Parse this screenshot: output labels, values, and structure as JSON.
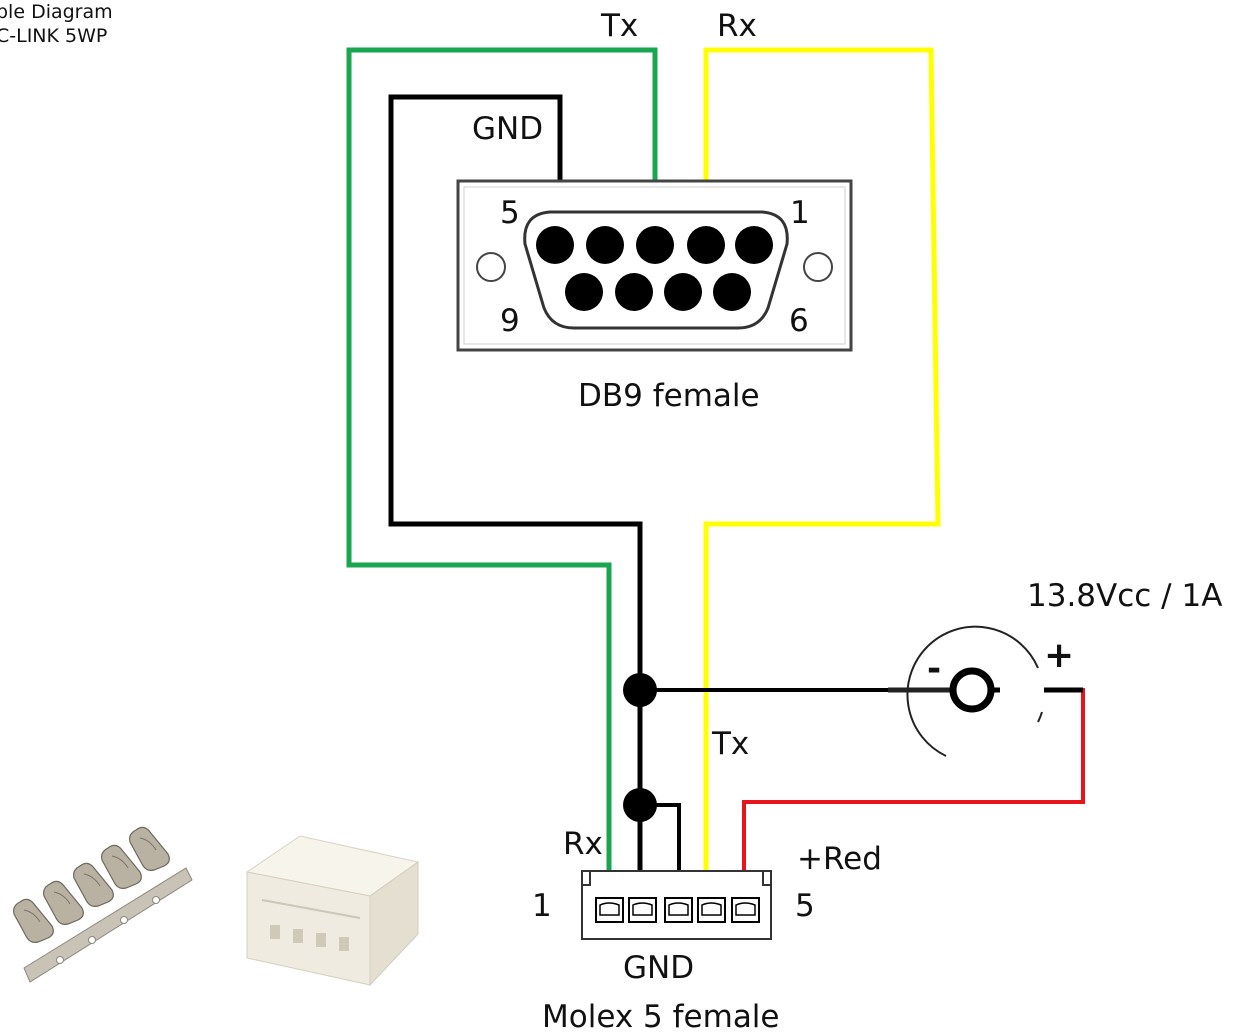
{
  "header": {
    "title_line1": "ble Diagram",
    "title_line2": "C-LINK 5WP"
  },
  "labels": {
    "tx_top": "Tx",
    "rx_top": "Rx",
    "gnd_db9": "GND",
    "db9_pin5": "5",
    "db9_pin1": "1",
    "db9_pin9": "9",
    "db9_pin6": "6",
    "db9_name": "DB9 female",
    "power": "13.8Vcc / 1A",
    "minus": "-",
    "plus": "+",
    "tx_mid": "Tx",
    "rx_molex": "Rx",
    "red_plus": "+Red",
    "molex_pin1": "1",
    "molex_pin5": "5",
    "gnd_molex": "GND",
    "molex_name": "Molex 5 female"
  },
  "colors": {
    "tx_wire": "#1aa650",
    "rx_wire": "#ffff00",
    "gnd_wire": "#000000",
    "power_wire": "#e8141b",
    "red_label": "#e8141b"
  },
  "photos": [
    {
      "name": "crimp-terminals-photo"
    },
    {
      "name": "molex-housing-photo"
    }
  ]
}
